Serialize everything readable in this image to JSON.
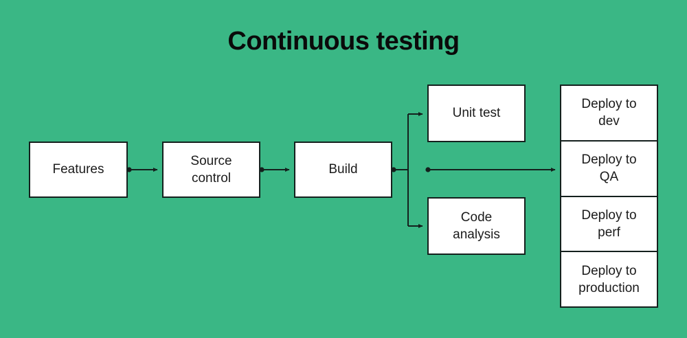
{
  "diagram": {
    "title": "Continuous testing",
    "background_color": "#3ab785",
    "box_fill_color": "#ffffff",
    "line_color": "#14201d",
    "text_color": "#1b1b1b",
    "title_color": "#0a0a0a",
    "nodes": [
      {
        "id": "features",
        "label": "Features"
      },
      {
        "id": "source-control",
        "label": "Source\ncontrol"
      },
      {
        "id": "build",
        "label": "Build"
      },
      {
        "id": "unit-test",
        "label": "Unit test"
      },
      {
        "id": "code-analysis",
        "label": "Code\nanalysis"
      }
    ],
    "deploy_stages": [
      {
        "id": "deploy-dev",
        "label": "Deploy to\ndev"
      },
      {
        "id": "deploy-qa",
        "label": "Deploy to\nQA"
      },
      {
        "id": "deploy-perf",
        "label": "Deploy to\nperf"
      },
      {
        "id": "deploy-production",
        "label": "Deploy to\nproduction"
      }
    ],
    "connections": [
      {
        "from": "features",
        "to": "source-control"
      },
      {
        "from": "build",
        "to": "unit-test"
      },
      {
        "from": "source-control",
        "to": "build"
      },
      {
        "from": "build",
        "to": "code-analysis"
      },
      {
        "from": "build",
        "to": "deploy-qa"
      }
    ]
  }
}
